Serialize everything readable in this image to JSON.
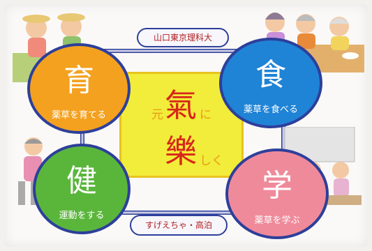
{
  "center": {
    "char_small_1": "元",
    "char_big_1": "氣",
    "char_small_2": "に",
    "char_big_2": "樂",
    "char_small_3": "しく"
  },
  "circles": [
    {
      "id": "iku",
      "kanji": "育",
      "sub": "薬草を育てる",
      "color": "#f3a11f"
    },
    {
      "id": "shoku",
      "kanji": "食",
      "sub": "薬草を食べる",
      "color": "#1f83d6"
    },
    {
      "id": "ken",
      "kanji": "健",
      "sub": "運動をする",
      "color": "#5ab63b"
    },
    {
      "id": "gaku",
      "kanji": "学",
      "sub": "薬草を学ぶ",
      "color": "#ef8a9a"
    }
  ],
  "pills": {
    "top": "山口東京理科大",
    "bottom": "すげえちゃ・高泊"
  },
  "colors": {
    "center_fill": "#f2ec3a",
    "ring": "#2d3f9a",
    "accent_red": "#d8261b"
  }
}
